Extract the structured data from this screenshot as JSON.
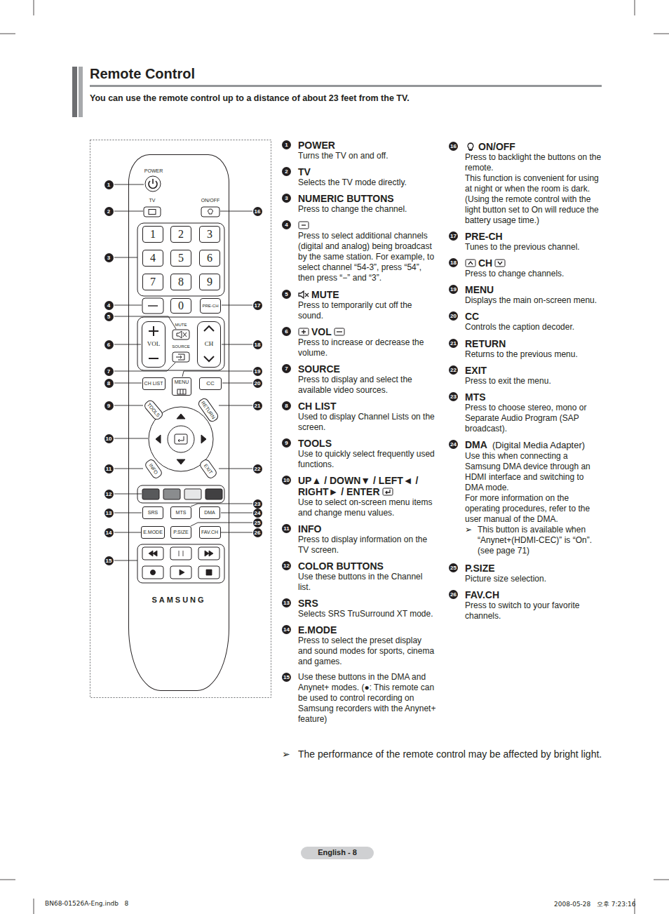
{
  "diagram": {
    "title": "Remote Control",
    "nodes": [
      {
        "text": [
          "SAMSUNG"
        ]
      },
      {
        "text": [
          "1"
        ],
        "in": 0
      },
      {
        "text": [
          "2"
        ],
        "in": 0
      },
      {
        "text": [
          "3"
        ],
        "in": 0
      },
      {
        "text": [
          "4"
        ],
        "in": 0
      },
      {
        "text": [
          "5"
        ],
        "in": 0
      },
      {
        "text": [
          "6"
        ],
        "in": 0
      },
      {
        "text": [
          "7"
        ],
        "in": 0
      },
      {
        "text": [
          "8"
        ],
        "in": 0
      },
      {
        "text": [
          "9"
        ],
        "in": 0
      },
      {
        "text": [
          "0"
        ],
        "in": 0
      },
      {
        "text": [
          "PRE-CH"
        ],
        "in": 0
      },
      {
        "text": [
          "VOL"
        ],
        "in": 0
      },
      {
        "text": [
          "CH"
        ],
        "in": 0
      },
      {
        "text": [
          "CH LIST"
        ],
        "in": 0
      },
      {
        "text": [
          "MENU"
        ],
        "in": 0
      },
      {
        "text": [
          "CC"
        ],
        "in": 0
      },
      {
        "text": [
          "TOOLS"
        ],
        "in": 0
      },
      {
        "text": [
          "RETURN"
        ],
        "in": 0
      },
      {
        "text": [
          "INFO"
        ],
        "in": 0
      },
      {
        "text": [
          "EXIT"
        ],
        "in": 0
      },
      {
        "text": [
          "SRS"
        ],
        "in": 0
      },
      {
        "text": [
          "MTS"
        ],
        "in": 0
      },
      {
        "text": [
          "DMA"
        ],
        "in": 0
      },
      {
        "text": [
          "E.MODE"
        ],
        "in": 0
      },
      {
        "text": [
          "P.SIZE"
        ],
        "in": 0
      },
      {
        "text": [
          "FAV.CH"
        ],
        "in": 0
      },
      {
        "text": [
          "English - 8"
        ]
      }
    ],
    "labels": [
      "You can use the remote control up to a distance of about 23 feet from the TV.",
      "POWER",
      "TV",
      "ON/OFF",
      "MUTE",
      "SOURCE",
      "1",
      "2",
      "3",
      "4",
      "5",
      "6",
      "7",
      "8",
      "9",
      "10",
      "11",
      "12",
      "13",
      "14",
      "15",
      "16",
      "17",
      "18",
      "19",
      "20",
      "21",
      "22",
      "23",
      "24",
      "25",
      "26",
      "1",
      "POWER",
      "Turns the TV on and off.",
      "2",
      "TV",
      "Selects the TV mode directly.",
      "3",
      "NUMERIC BUTTONS",
      "Press to change the channel.",
      "4",
      "Press to select additional channels (digital and analog) being broadcast by the same station. For example, to select channel “54-3”, press “54”, then press “−” and “3”.",
      "5",
      "MUTE",
      "Press to temporarily cut off the sound.",
      "6",
      "VOL",
      "Press to increase or decrease the volume.",
      "7",
      "SOURCE",
      "Press to display and select the available video sources.",
      "8",
      "CH LIST",
      "Used to display Channel Lists on the screen.",
      "9",
      "TOOLS",
      "Use to quickly select frequently used functions.",
      "10",
      "UP▲ / DOWN▼ / LEFT◄ / RIGHT► / ENTER",
      "Use to select on-screen menu items and change menu values.",
      "11",
      "INFO",
      "Press to display information on the TV screen.",
      "12",
      "COLOR BUTTONS",
      "Use these buttons in the Channel list.",
      "13",
      "SRS",
      "Selects SRS TruSurround XT mode.",
      "14",
      "E.MODE",
      "Press to select the preset display and sound modes for sports, cinema and games.",
      "15",
      "Use these buttons in the DMA and Anynet+ modes. (●: This remote can be used to control recording on Samsung recorders with the Anynet+ feature)",
      "16",
      "ON/OFF",
      "Press to backlight the buttons on the remote.",
      "This function is convenient for using at night or when the room is dark. (Using the remote control with the light button set to On will reduce the battery usage time.)",
      "17",
      "PRE-CH",
      "Tunes to the previous channel.",
      "18",
      "CH",
      "Press to change channels.",
      "19",
      "MENU",
      "Displays the main on-screen menu.",
      "20",
      "CC",
      "Controls the caption decoder.",
      "21",
      "RETURN",
      "Returns to the previous menu.",
      "22",
      "EXIT",
      "Press to exit the menu.",
      "23",
      "MTS",
      "Press to choose stereo, mono or Separate Audio Program (SAP broadcast).",
      "24",
      "DMA",
      "(Digital Media Adapter)",
      "Use this when connecting a Samsung DMA device through an HDMI interface and switching to DMA mode.",
      "For more information on the operating procedures, refer to the user manual of the DMA.",
      "➢",
      "This button is available when “Anynet+(HDMI-CEC)” is “On”. (see page 71)",
      "25",
      "P.SIZE",
      "Picture size selection.",
      "26",
      "FAV.CH",
      "Press to switch to your favorite channels.",
      "➢",
      "The performance of the remote control may be affected by bright light.",
      "BN68-01526A-Eng.indb   8",
      "2008-05-28   오후 7:23:16"
    ]
  }
}
